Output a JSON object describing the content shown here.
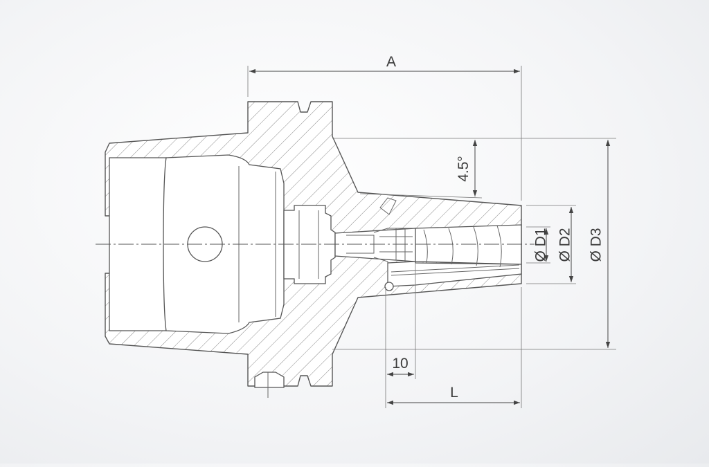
{
  "drawing": {
    "type": "technical-section-drawing",
    "subject": "tool-holder-cross-section",
    "colors": {
      "line": "#555555",
      "hatch": "#8a8a8a",
      "background": "#f3f4f6"
    }
  },
  "dimensions": {
    "a": "A",
    "angle": "4.5°",
    "d1": "Ø D1",
    "d2": "Ø D2",
    "d3": "Ø D3",
    "ten": "10",
    "l": "L"
  }
}
